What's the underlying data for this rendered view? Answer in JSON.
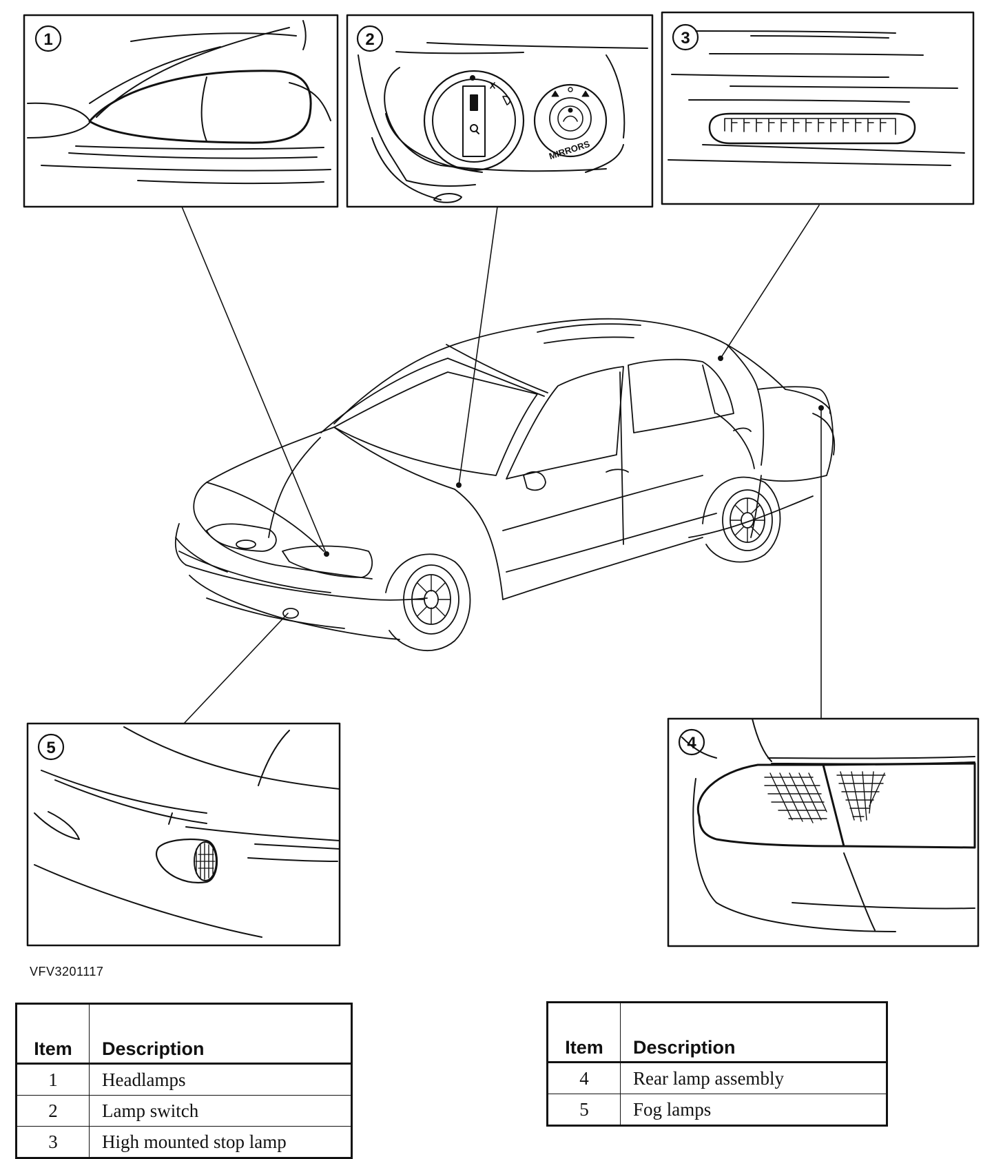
{
  "figure": {
    "callouts": [
      "1",
      "2",
      "3",
      "4",
      "5"
    ],
    "switch_label": "MIRRORS",
    "reference_code": "VFV3201117"
  },
  "tables": [
    {
      "header": {
        "item": "Item",
        "description": "Description"
      },
      "rows": [
        {
          "item": "1",
          "description": "Headlamps"
        },
        {
          "item": "2",
          "description": "Lamp switch"
        },
        {
          "item": "3",
          "description": "High mounted stop lamp"
        }
      ]
    },
    {
      "header": {
        "item": "Item",
        "description": "Description"
      },
      "rows": [
        {
          "item": "4",
          "description": "Rear lamp assembly"
        },
        {
          "item": "5",
          "description": "Fog lamps"
        }
      ]
    }
  ]
}
